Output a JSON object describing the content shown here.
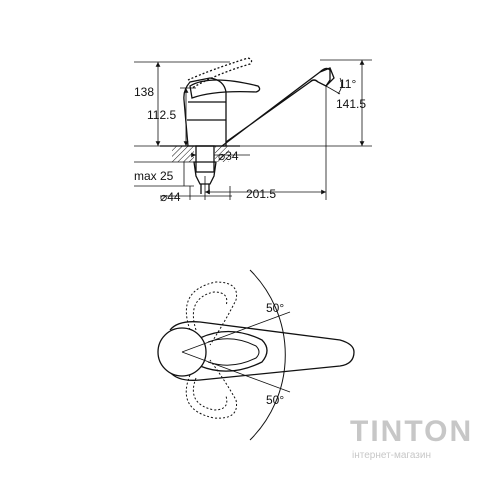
{
  "side_view": {
    "dims": {
      "height_total": "138",
      "height_body": "112.5",
      "spout_height": "141.5",
      "spout_angle": "11°",
      "mount_diameter": "⌀34",
      "max_thickness": "max 25",
      "base_diameter": "⌀44",
      "spout_reach": "201.5"
    }
  },
  "top_view": {
    "angle_upper": "50°",
    "angle_lower": "50°"
  },
  "watermark": {
    "logo": "TINTON",
    "tagline": "інтернет-магазин"
  },
  "colors": {
    "line": "#111111",
    "watermark": "#c7c7c7"
  }
}
